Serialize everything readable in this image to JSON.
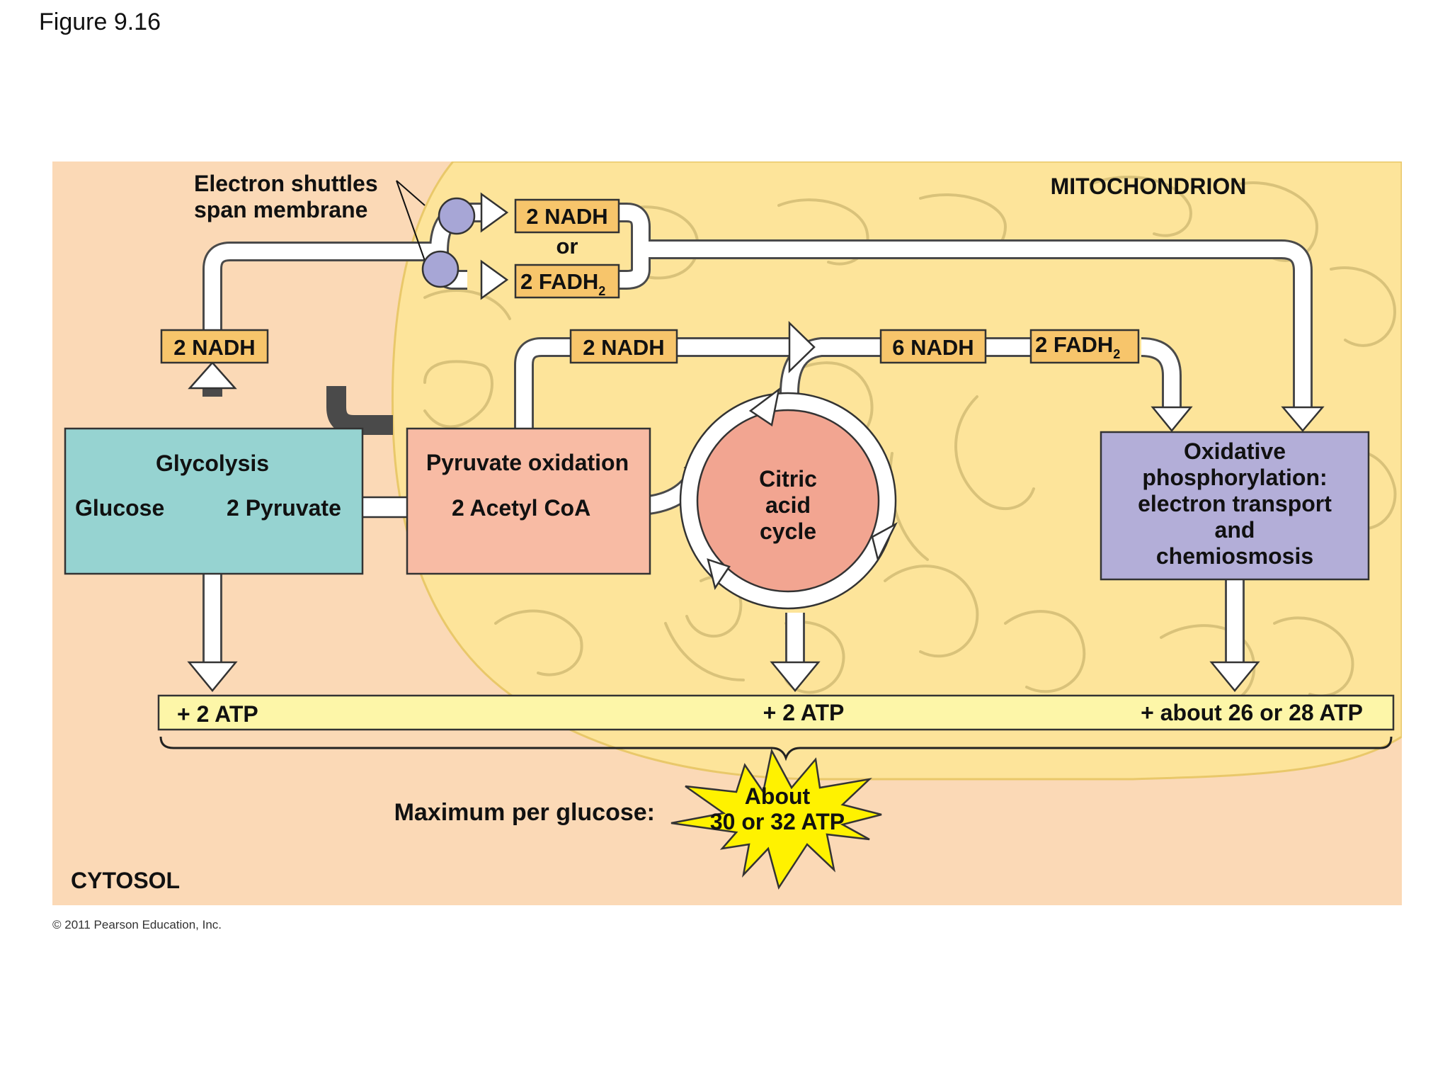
{
  "figure_label": "Figure 9.16",
  "regions": {
    "mitochondrion": "MITOCHONDRION",
    "cytosol": "CYTOSOL"
  },
  "shuttle_label": [
    "Electron shuttles",
    "span membrane"
  ],
  "shuttle_products": {
    "nadh": "2 NADH",
    "or": "or",
    "fadh2": "2 FADH",
    "fadh2_sub": "2"
  },
  "glycolysis": {
    "title": "Glycolysis",
    "input": "Glucose",
    "output": "2 Pyruvate",
    "nadh": "2 NADH",
    "atp": "+ 2 ATP"
  },
  "pyruvate_oxidation": {
    "title": "Pyruvate oxidation",
    "output": "2 Acetyl CoA",
    "nadh": "2 NADH"
  },
  "citric_acid_cycle": {
    "line1": "Citric",
    "line2": "acid",
    "line3": "cycle",
    "nadh": "6 NADH",
    "fadh2": "2 FADH",
    "fadh2_sub": "2",
    "atp": "+ 2 ATP"
  },
  "oxidative_phosphorylation": {
    "line1": "Oxidative",
    "line2": "phosphorylation:",
    "line3": "electron transport",
    "line4": "and",
    "line5": "chemiosmosis",
    "atp": "+ about 26 or 28 ATP"
  },
  "total": {
    "label": "Maximum per glucose:",
    "line1": "About",
    "line2": "30 or 32 ATP"
  },
  "copyright": "© 2011 Pearson Education, Inc.",
  "colors": {
    "cytosol_bg": "#fbd9b6",
    "mito_fill": "#fde49a",
    "cristae_stroke": "#d9c27a",
    "box_yellow": "#f7c56b",
    "glycolysis": "#96d3d1",
    "pyruvate_ox": "#f8bba4",
    "citric": "#f2a591",
    "oxphos": "#b3aed8",
    "atp_bar": "#fdf6a8",
    "burst": "#fff200",
    "shuttle": "#a7a6d6"
  },
  "icons": {
    "arrow": "white-block-arrow",
    "shuttle": "circle-shuttle",
    "burst": "starburst"
  }
}
